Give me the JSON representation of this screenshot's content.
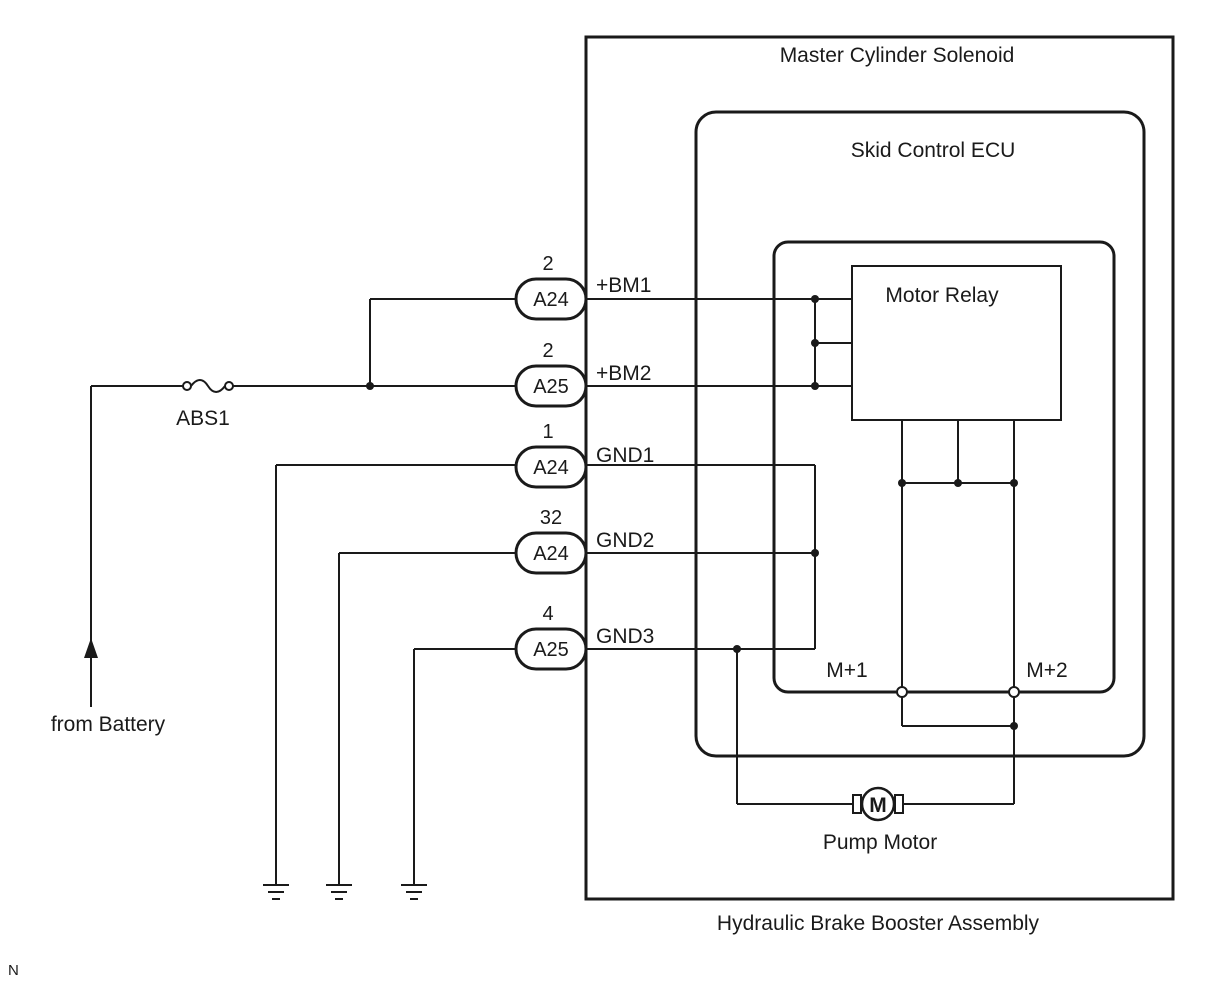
{
  "labels": {
    "master_cylinder": "Master Cylinder Solenoid",
    "skid_ecu": "Skid Control ECU",
    "motor_relay": "Motor Relay",
    "pump_motor": "Pump Motor",
    "assembly": "Hydraulic Brake Booster Assembly",
    "from_battery": "from Battery",
    "fuse": "ABS1",
    "m_plus1": "M+1",
    "m_plus2": "M+2",
    "motor_symbol": "M",
    "corner_mark": "N"
  },
  "connectors": [
    {
      "pin": "2",
      "name": "A24",
      "signal": "+BM1"
    },
    {
      "pin": "2",
      "name": "A25",
      "signal": "+BM2"
    },
    {
      "pin": "1",
      "name": "A24",
      "signal": "GND1"
    },
    {
      "pin": "32",
      "name": "A24",
      "signal": "GND2"
    },
    {
      "pin": "4",
      "name": "A25",
      "signal": "GND3"
    }
  ]
}
